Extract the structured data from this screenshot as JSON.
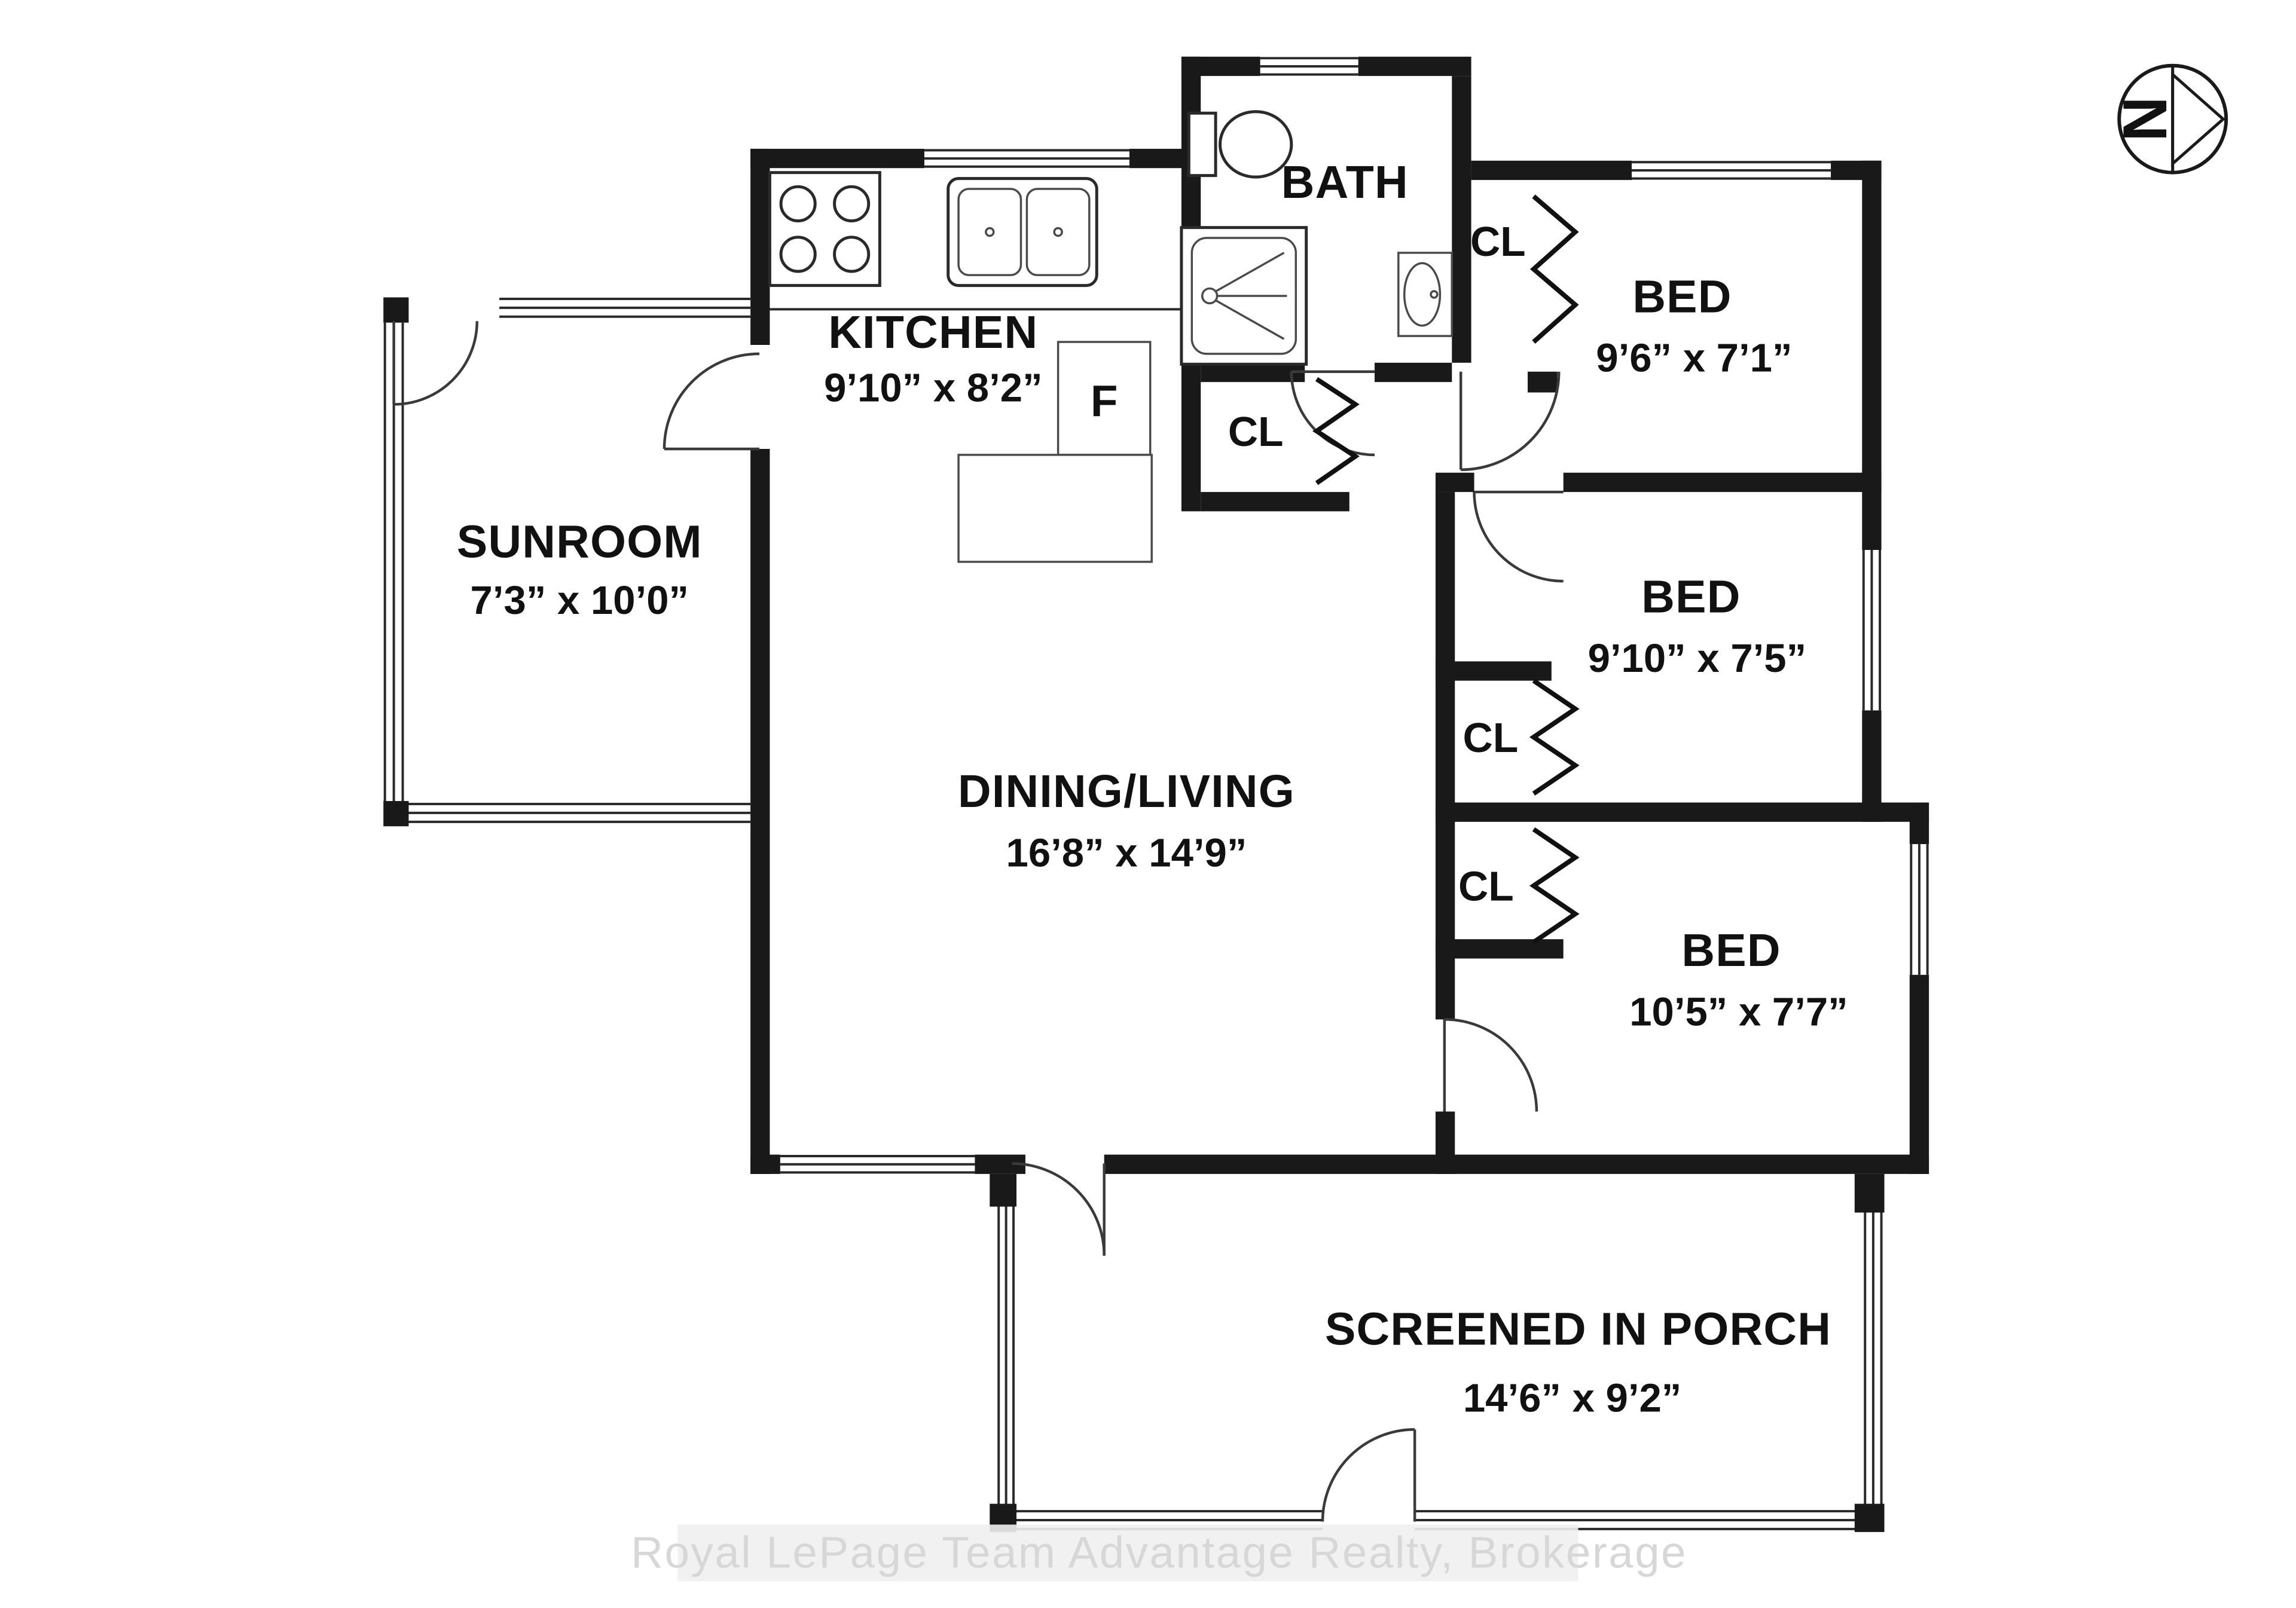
{
  "compass": {
    "label": "N"
  },
  "watermark": {
    "text": "Royal LePage Team Advantage Realty, Brokerage"
  },
  "rooms": {
    "kitchen": {
      "name": "KITCHEN",
      "dims": "9’10” x 8’2”"
    },
    "bath": {
      "name": "BATH",
      "dims": ""
    },
    "sunroom": {
      "name": "SUNROOM",
      "dims": "7’3” x 10’0”"
    },
    "dining_living": {
      "name": "DINING/LIVING",
      "dims": "16’8” x 14’9”"
    },
    "bed1": {
      "name": "BED",
      "dims": "9’6” x 7’1”"
    },
    "bed2": {
      "name": "BED",
      "dims": "9’10” x 7’5”"
    },
    "bed3": {
      "name": "BED",
      "dims": "10’5” x 7’7”"
    },
    "porch": {
      "name": "SCREENED IN PORCH",
      "dims": "14’6” x 9’2”"
    }
  },
  "closets": {
    "hall": "CL",
    "bed1": "CL",
    "bed2": "CL",
    "bed3": "CL"
  },
  "appliances": {
    "fridge": "F"
  },
  "colors": {
    "wall": "#191919",
    "line": "#2a2a2a",
    "watermark": "#d7d7d7",
    "background": "#ffffff"
  }
}
